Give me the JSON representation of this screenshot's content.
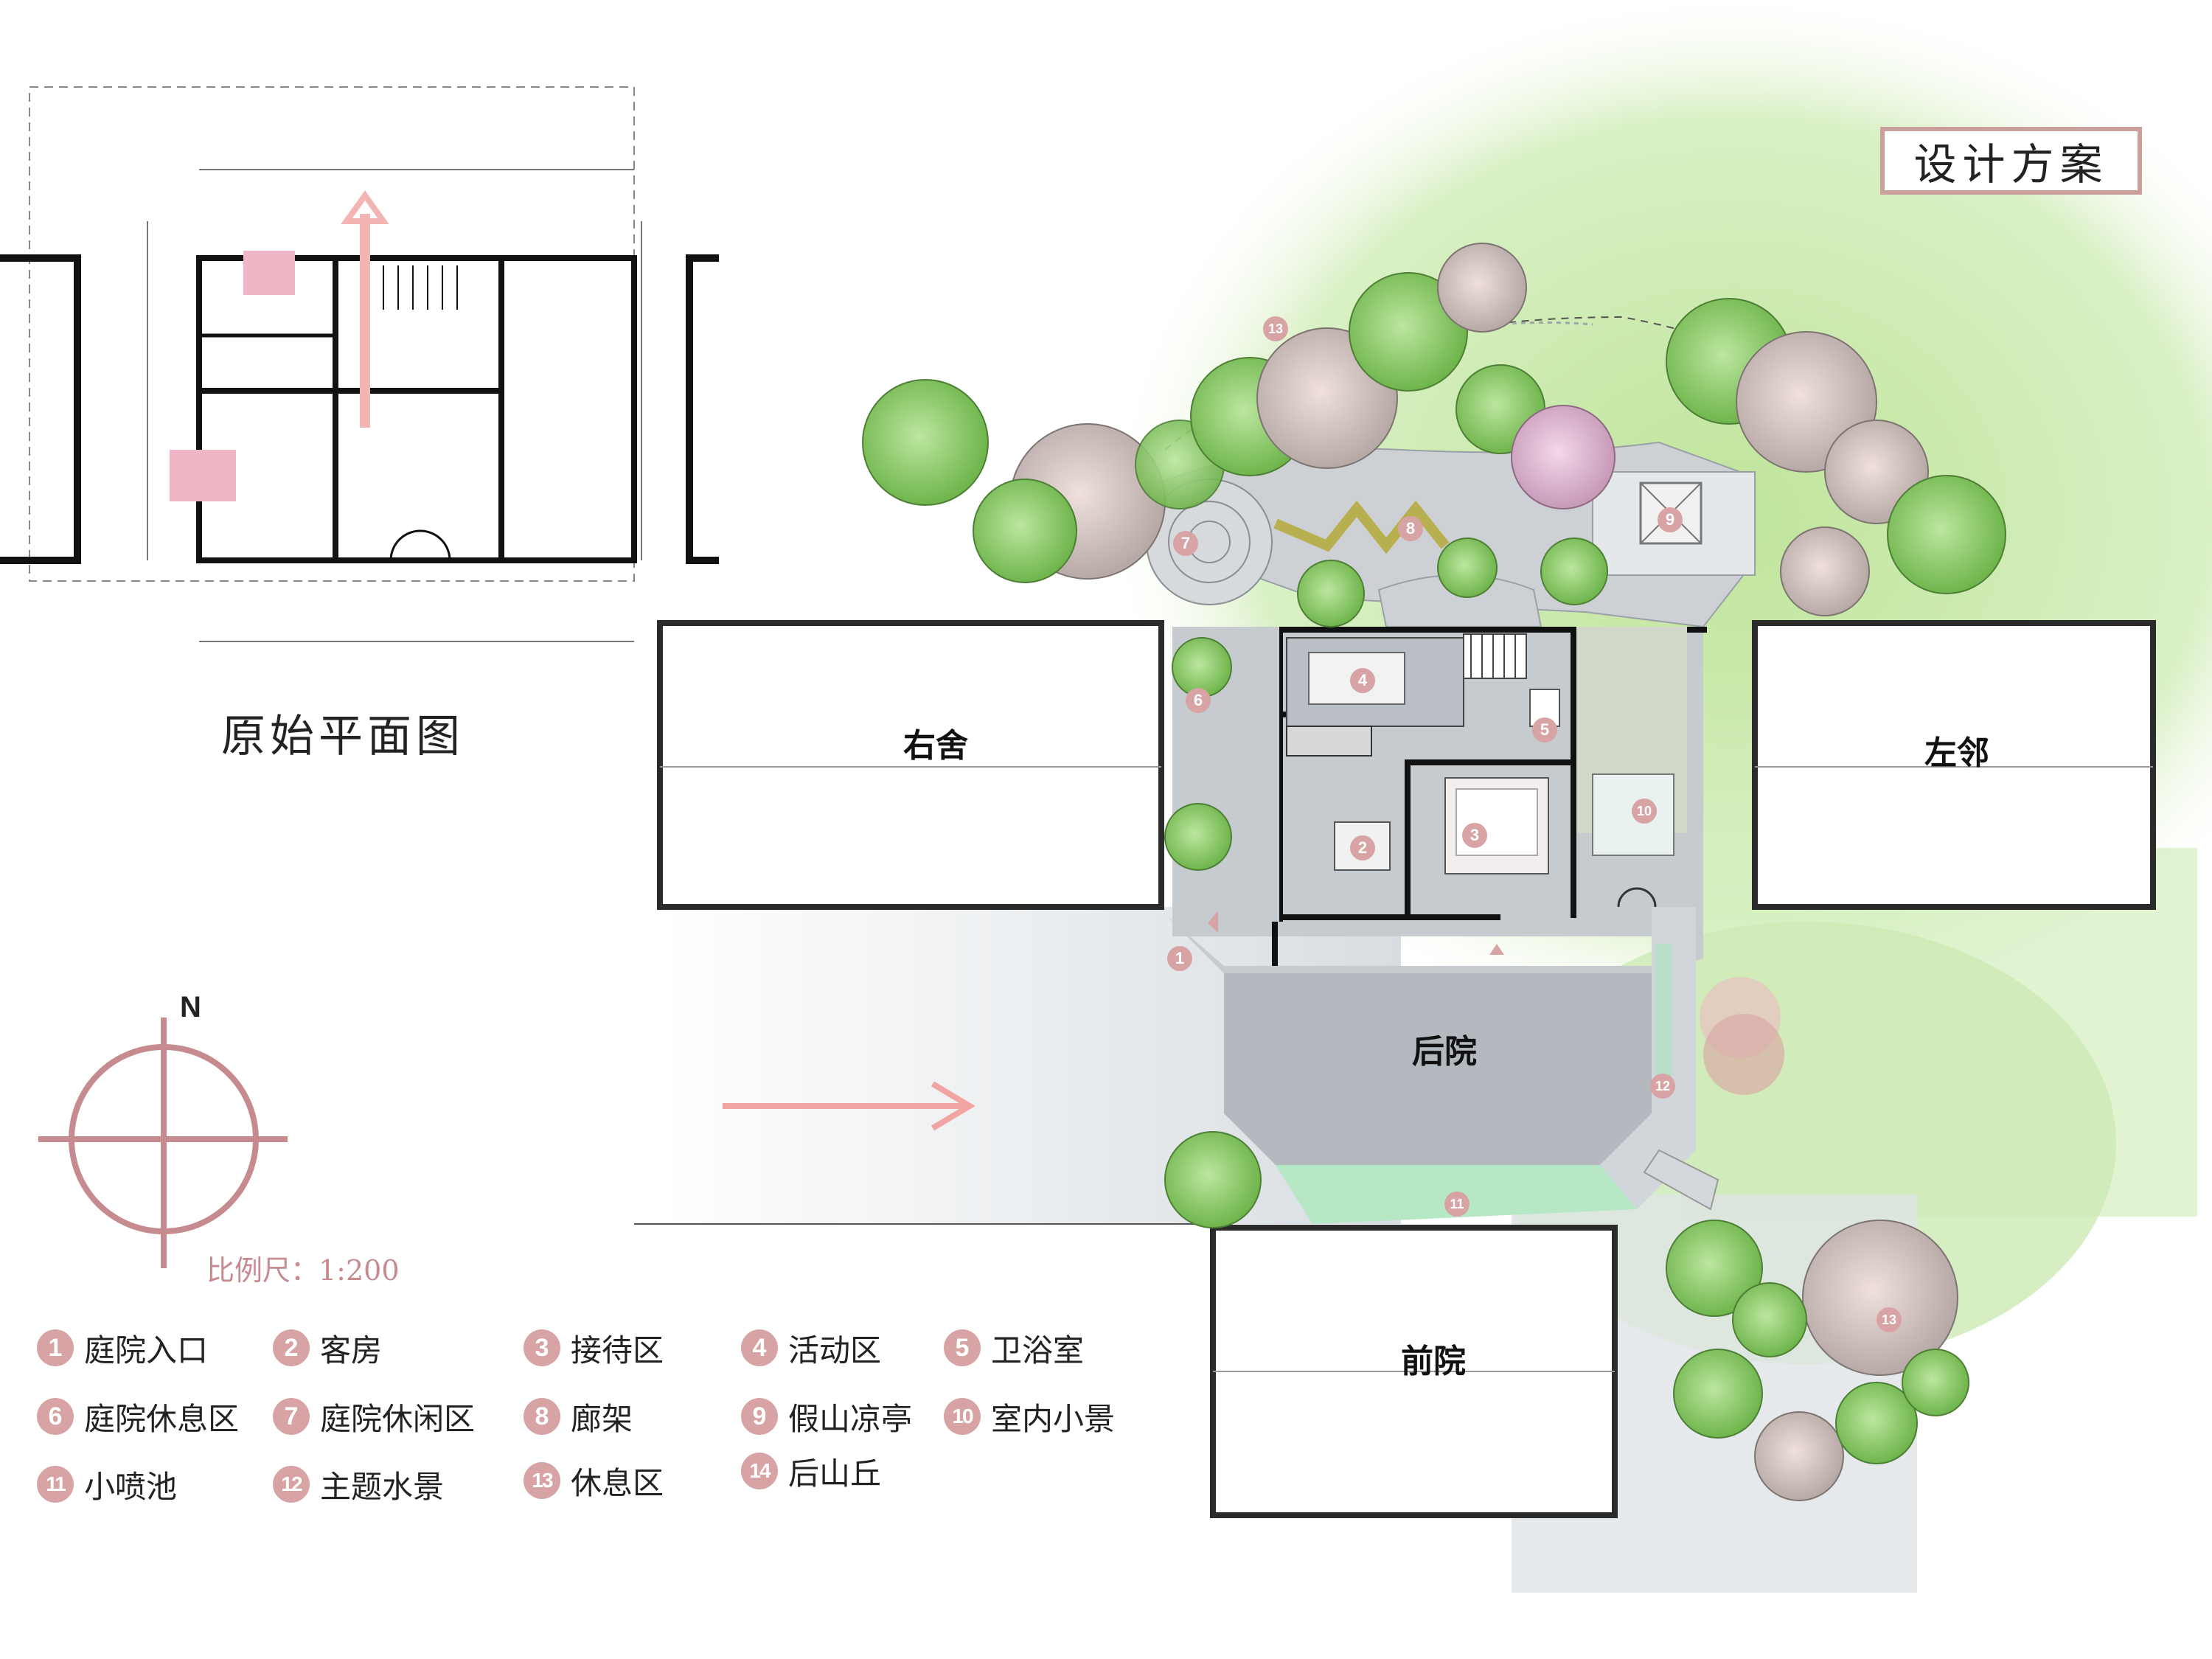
{
  "title": "设计方案",
  "original_plan_title": "原始平面图",
  "scale_label": "比例尺：1:200",
  "north_label": "N",
  "buildings": {
    "right_house": "右舍",
    "left_neighbor": "左邻",
    "back_yard": "后院",
    "front_yard": "前院"
  },
  "markers": [
    "1",
    "2",
    "3",
    "4",
    "5",
    "6",
    "7",
    "8",
    "9",
    "10",
    "11",
    "12",
    "13",
    "13"
  ],
  "legend": [
    {
      "num": "1",
      "label": "庭院入口"
    },
    {
      "num": "2",
      "label": "客房"
    },
    {
      "num": "3",
      "label": "接待区"
    },
    {
      "num": "4",
      "label": "活动区"
    },
    {
      "num": "5",
      "label": "卫浴室"
    },
    {
      "num": "6",
      "label": "庭院休息区"
    },
    {
      "num": "7",
      "label": "庭院休闲区"
    },
    {
      "num": "8",
      "label": "廊架"
    },
    {
      "num": "9",
      "label": "假山凉亭"
    },
    {
      "num": "10",
      "label": "室内小景"
    },
    {
      "num": "11",
      "label": "小喷池"
    },
    {
      "num": "12",
      "label": "主题水景"
    },
    {
      "num": "13",
      "label": "休息区"
    },
    {
      "num": "14",
      "label": "后山丘"
    }
  ],
  "colors": {
    "accent_pink": "#d7a3a5",
    "lawn_green": "#c7e9a8",
    "paving_gray": "#c8ccd0",
    "tree_green": "#8fce6e",
    "wall_black": "#111111"
  }
}
